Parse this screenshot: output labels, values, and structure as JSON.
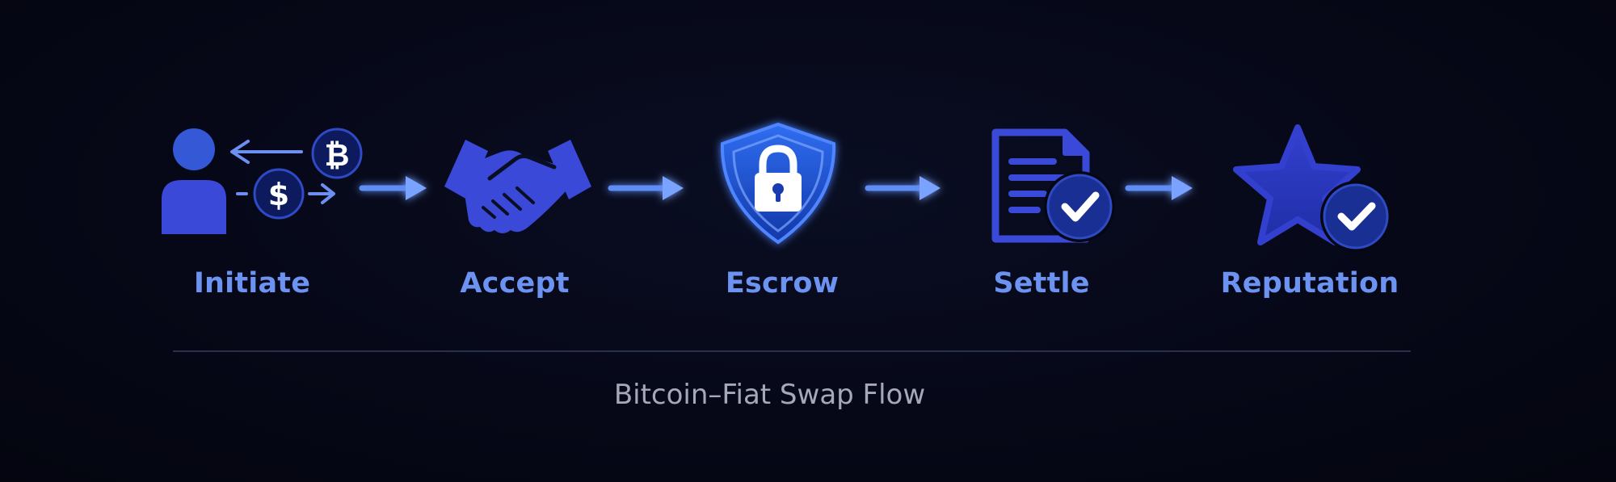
{
  "steps": [
    {
      "label": "Initiate",
      "icon": "user-exchange-icon"
    },
    {
      "label": "Accept",
      "icon": "handshake-icon"
    },
    {
      "label": "Escrow",
      "icon": "shield-lock-icon"
    },
    {
      "label": "Settle",
      "icon": "document-check-icon"
    },
    {
      "label": "Reputation",
      "icon": "star-check-icon"
    }
  ],
  "symbols": {
    "bitcoin": "₿",
    "dollar": "$"
  },
  "caption": "Bitcoin–Fiat Swap Flow",
  "colors": {
    "background": "#050714",
    "label": "#6d93f2",
    "icon_primary": "#3a49d8",
    "icon_dark": "#1a2a8a",
    "arrow": "#5f8df5",
    "caption": "#a4a8b8"
  }
}
